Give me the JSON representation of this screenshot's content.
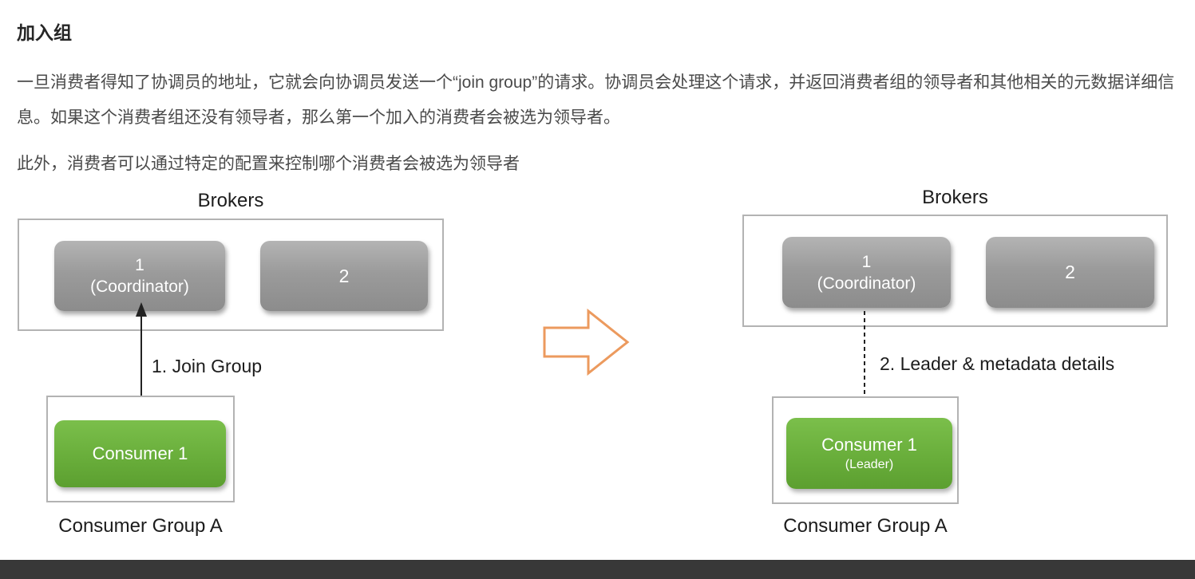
{
  "page": {
    "title": "加入组",
    "paragraph1": "一旦消费者得知了协调员的地址，它就会向协调员发送一个“join group”的请求。协调员会处理这个请求，并返回消费者组的领导者和其他相关的元数据详细信息。如果这个消费者组还没有领导者，那么第一个加入的消费者会被选为领导者。",
    "paragraph2": "此外，消费者可以通过特定的配置来控制哪个消费者会被选为领导者"
  },
  "left_diagram": {
    "brokers_label": "Brokers",
    "broker1_number": "1",
    "broker1_role": "(Coordinator)",
    "broker2_number": "2",
    "arrow_label": "1. Join Group",
    "consumer_label": "Consumer 1",
    "group_label": "Consumer Group A"
  },
  "right_diagram": {
    "brokers_label": "Brokers",
    "broker1_number": "1",
    "broker1_role": "(Coordinator)",
    "broker2_number": "2",
    "arrow_label": "2. Leader & metadata details",
    "consumer_label": "Consumer 1",
    "consumer_role": "(Leader)",
    "group_label": "Consumer Group A"
  },
  "colors": {
    "broker_node_fill": "#9b9b9b",
    "consumer_node_fill": "#69ae3b",
    "box_border": "#b3b3b3",
    "flow_arrow_outline": "#ec9a5e",
    "connector_line": "#222222",
    "bottom_bar": "#383838"
  }
}
